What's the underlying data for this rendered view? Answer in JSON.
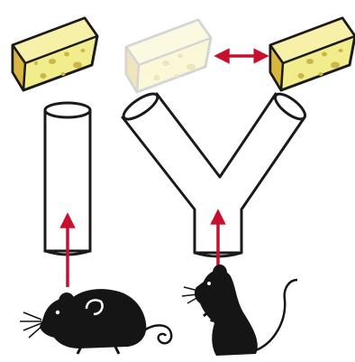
{
  "diagram": {
    "panels": [
      {
        "id": "straight",
        "tube": "straight-tube",
        "cheese": [
          "cheese-left"
        ],
        "mouse_pose": "crouching"
      },
      {
        "id": "y-maze",
        "tube": "y-maze-tube",
        "cheese": [
          "cheese-faded",
          "cheese-right"
        ],
        "mouse_pose": "rearing"
      }
    ],
    "arrows": [
      {
        "id": "arrow-into-straight-tube",
        "style": "single"
      },
      {
        "id": "arrow-into-y-maze",
        "style": "single"
      },
      {
        "id": "arrow-between-cheeses",
        "style": "double"
      }
    ]
  },
  "colors": {
    "cheese_fill": "#f1ec8c",
    "cheese_rind": "#d8b640",
    "outline": "#1a1a1a",
    "arrow": "#c8102e",
    "mouse": "#151515",
    "tube_fill": "#ffffff"
  }
}
